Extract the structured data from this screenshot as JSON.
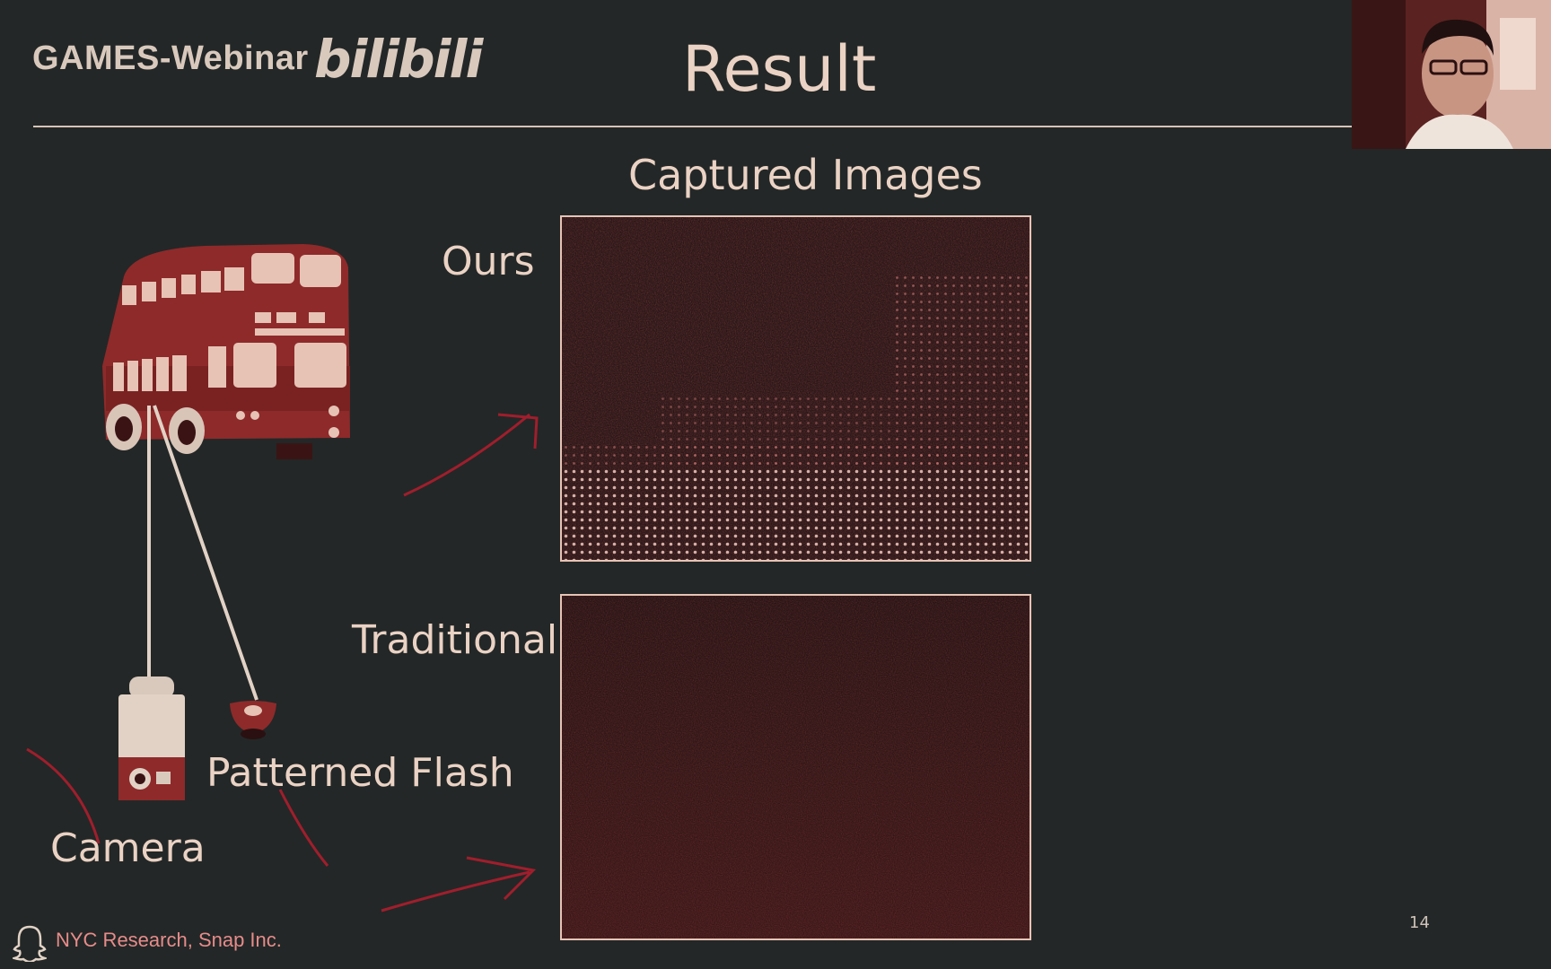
{
  "header": {
    "brand": "GAMES-Webinar",
    "logo_text": "bilibili",
    "title": "Result"
  },
  "content": {
    "subtitle": "Captured Images",
    "labels": {
      "ours": "Ours",
      "traditional": "Traditional",
      "patterned_flash": "Patterned Flash",
      "camera": "Camera"
    }
  },
  "footer": {
    "affiliation": "NYC Research, Snap Inc.",
    "page_number": "14"
  },
  "colors": {
    "background": "#232727",
    "accent_red": "#8e2a2a",
    "text": "#ead2c4",
    "annotation": "#a01e2c"
  },
  "icons": [
    "bus-illustration",
    "camera-icon",
    "flash-icon",
    "snapchat-ghost-icon"
  ]
}
